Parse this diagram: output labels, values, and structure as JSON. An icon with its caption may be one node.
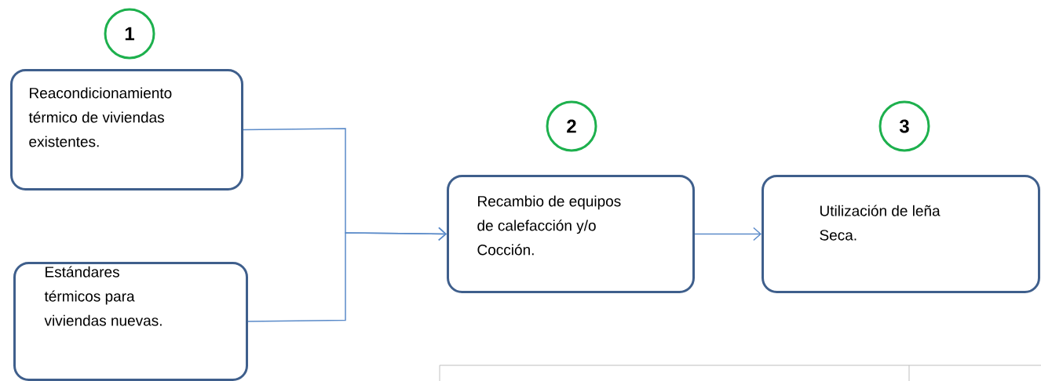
{
  "diagram": {
    "nodes": [
      {
        "text": [
          "1"
        ]
      },
      {
        "text": [
          "Reacondicionamiento térmico de viviendas existentes."
        ]
      },
      {
        "text": [
          "Estándares térmicos para viviendas nuevas."
        ]
      },
      {
        "text": [
          "2"
        ]
      },
      {
        "text": [
          "Recambio de equipos de calefacción y/o Cocción."
        ]
      },
      {
        "text": [
          "3"
        ]
      },
      {
        "text": [
          "Utilización de leña Seca."
        ]
      }
    ],
    "edges": [
      {
        "from": 1,
        "to": 4,
        "arrow": "to"
      },
      {
        "from": 2,
        "to": 4,
        "arrow": "to"
      },
      {
        "from": 4,
        "to": 6,
        "arrow": "to"
      }
    ]
  }
}
